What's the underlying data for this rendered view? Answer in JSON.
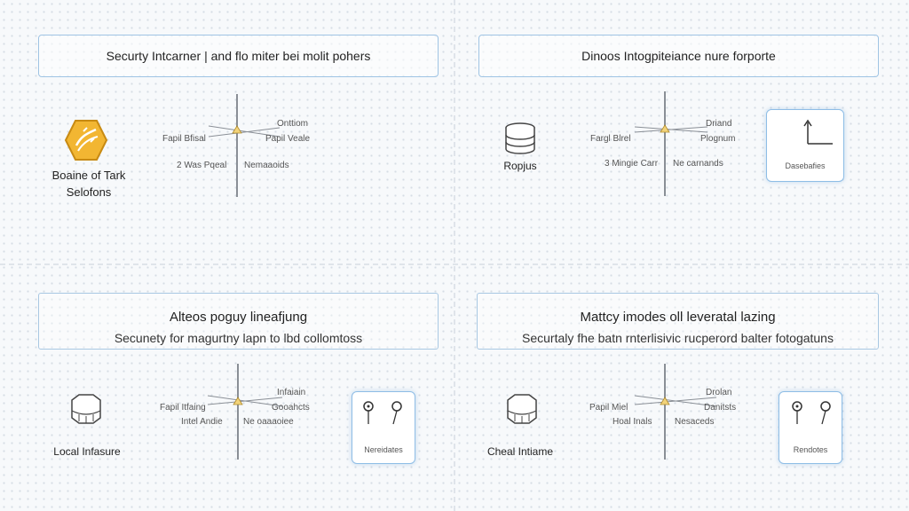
{
  "colors": {
    "accent_blue": "#8ebde6",
    "hex_yellow": "#f2b632",
    "connector_gray": "#8a8f96",
    "background": "#f7f9fb"
  },
  "quadrants": {
    "top_left": {
      "title": "Securty Intcarner | and flo miter bei molit pohers",
      "node_label_1": "Boaine of Tark",
      "node_label_2": "Selofons",
      "node_icon": "hexagon-icon",
      "conn_label_top": "Onttiom",
      "conn_label_left": "Fapil Bfisal",
      "conn_label_right": "Papil Veale",
      "conn_label_bottom_left": "2 Was Pqeal",
      "conn_label_bottom_right": "Nemaaoids"
    },
    "top_right": {
      "title": "Dinoos Intogpiteiance nure forporte",
      "node_label": "Ropjus",
      "node_icon": "database-stack-icon",
      "conn_label_top": "Driand",
      "conn_label_left": "Fargl Blrel",
      "conn_label_right": "Plognum",
      "conn_label_bottom_left": "3 Mingie Carr",
      "conn_label_bottom_right": "Ne carnands",
      "card_label": "Dasebafies",
      "card_icon": "chart-axis-icon"
    },
    "bottom_left": {
      "heading": "Alteos poguy lineafjung",
      "subheading": "Secunety for magurtny lapn to lbd collomtoss",
      "node_label": "Local Infasure",
      "node_icon": "server-cup-icon",
      "conn_label_top": "Infaiain",
      "conn_label_left": "Fapil Itfaing",
      "conn_label_right": "Gooahcts",
      "conn_label_bottom_left": "Intel Andie",
      "conn_label_bottom_right": "Ne oaaaoiee",
      "card_label": "Nereidates",
      "card_icon": "link-nodes-icon"
    },
    "bottom_right": {
      "heading": "Mattcy imodes oll leveratal lazing",
      "subheading": "Securtaly fhe batn rnterlisivic rucperord balter fotogatuns",
      "node_label": "Cheal Intiame",
      "node_icon": "server-cup-icon",
      "conn_label_top": "Drolan",
      "conn_label_left": "Papil Miel",
      "conn_label_right": "Danitsts",
      "conn_label_bottom_left": "Hoal Inals",
      "conn_label_bottom_right": "Nesaceds",
      "card_label": "Rendotes",
      "card_icon": "link-nodes-icon"
    }
  }
}
